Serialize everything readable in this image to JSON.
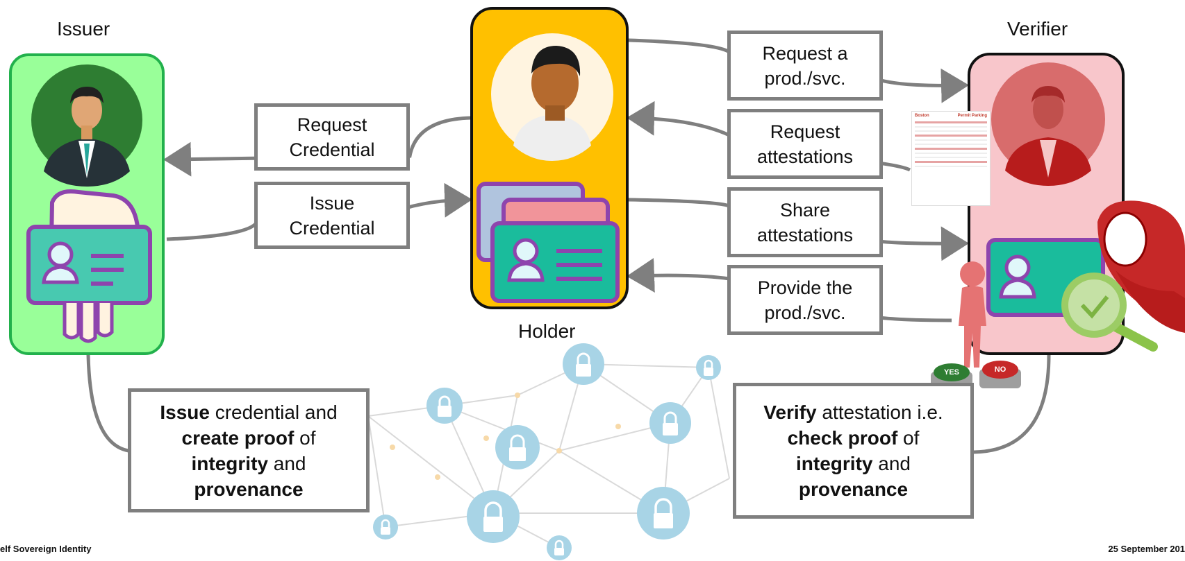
{
  "roles": {
    "issuer": "Issuer",
    "holder": "Holder",
    "verifier": "Verifier"
  },
  "messages": {
    "request_credential": [
      "Request",
      "Credential"
    ],
    "issue_credential": [
      "Issue",
      "Credential"
    ],
    "request_product": [
      "Request a",
      "prod./svc."
    ],
    "request_attestations": [
      "Request",
      "attestations"
    ],
    "share_attestations": [
      "Share",
      "attestations"
    ],
    "provide_product": [
      "Provide the",
      "prod./svc."
    ]
  },
  "issuer_note": {
    "line1_bold": "Issue",
    "line1_rest": " credential and",
    "line2_bold": "create proof",
    "line2_rest": " of",
    "line3_bold": "integrity",
    "line3_rest": " and",
    "line4_bold": "provenance"
  },
  "verifier_note": {
    "line1_bold": "Verify",
    "line1_rest": " attestation i.e.",
    "line2_bold": "check proof",
    "line2_rest": " of",
    "line3_bold": "integrity",
    "line3_rest": " and",
    "line4_bold": "provenance"
  },
  "buttons": {
    "yes": "YES",
    "no": "NO"
  },
  "document": {
    "brand": "Boston",
    "title": "Permit Parking"
  },
  "footer": {
    "left": "elf Sovereign Identity",
    "right": "25 September 201"
  },
  "colors": {
    "issuer_panel": "#99ff99",
    "issuer_border": "#22b14c",
    "holder_panel": "#ffc000",
    "verifier_panel": "#f8c6cb",
    "connector": "#7f7f7f",
    "network_node": "#a8d4e6"
  }
}
